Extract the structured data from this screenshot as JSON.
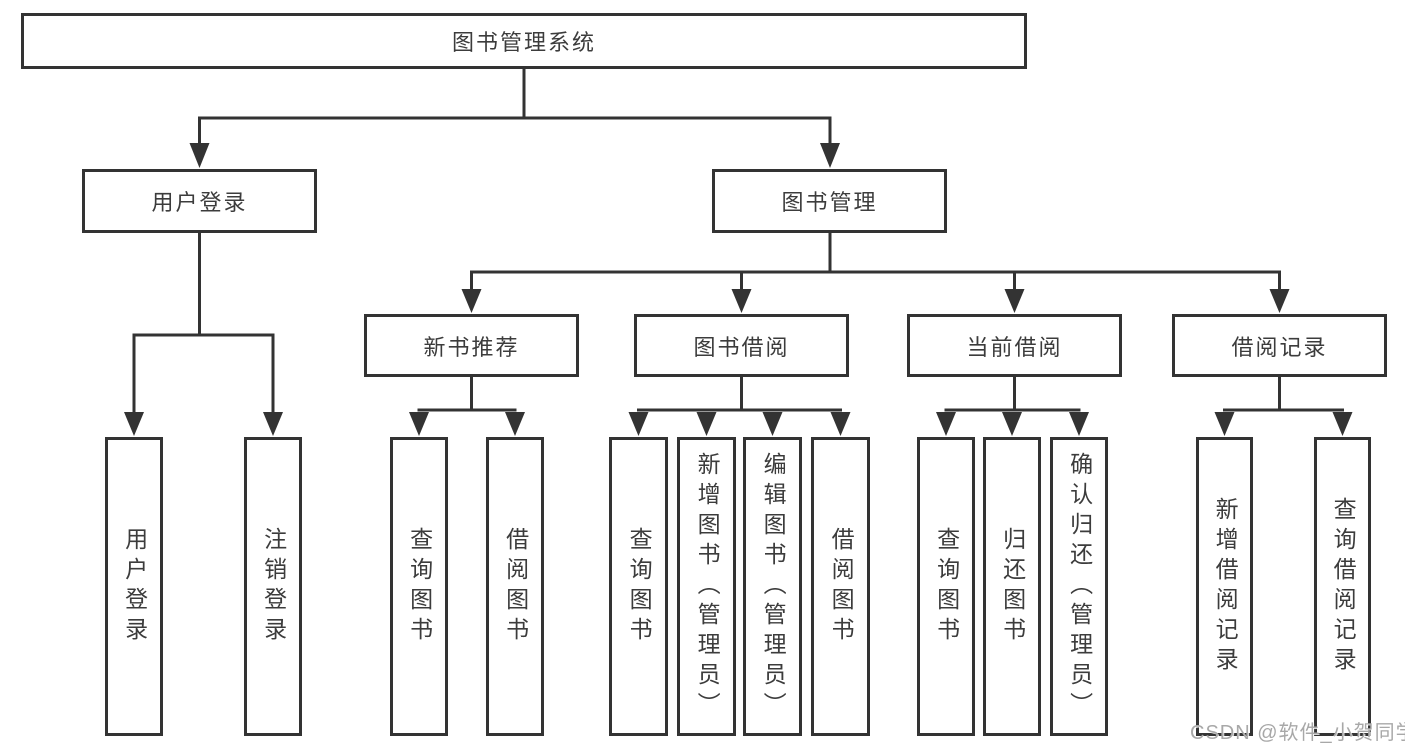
{
  "diagram": {
    "root": {
      "label": "图书管理系统",
      "children": [
        {
          "label": "用户登录",
          "children": [
            {
              "label": "用户登录"
            },
            {
              "label": "注销登录"
            }
          ]
        },
        {
          "label": "图书管理",
          "children": [
            {
              "label": "新书推荐",
              "children": [
                {
                  "label": "查询图书"
                },
                {
                  "label": "借阅图书"
                }
              ]
            },
            {
              "label": "图书借阅",
              "children": [
                {
                  "label": "查询图书"
                },
                {
                  "label": "新增图书（管理员）"
                },
                {
                  "label": "编辑图书（管理员）"
                },
                {
                  "label": "借阅图书"
                }
              ]
            },
            {
              "label": "当前借阅",
              "children": [
                {
                  "label": "查询图书"
                },
                {
                  "label": "归还图书"
                },
                {
                  "label": "确认归还（管理员）"
                }
              ]
            },
            {
              "label": "借阅记录",
              "children": [
                {
                  "label": "新增借阅记录"
                },
                {
                  "label": "查询借阅记录"
                }
              ]
            }
          ]
        }
      ]
    }
  },
  "watermark": {
    "text": "CSDN @软件_小贺同学"
  },
  "colors": {
    "line": "#333333",
    "text": "#3c3c3c",
    "watermark": "#a8a8a8",
    "background": "#ffffff"
  }
}
